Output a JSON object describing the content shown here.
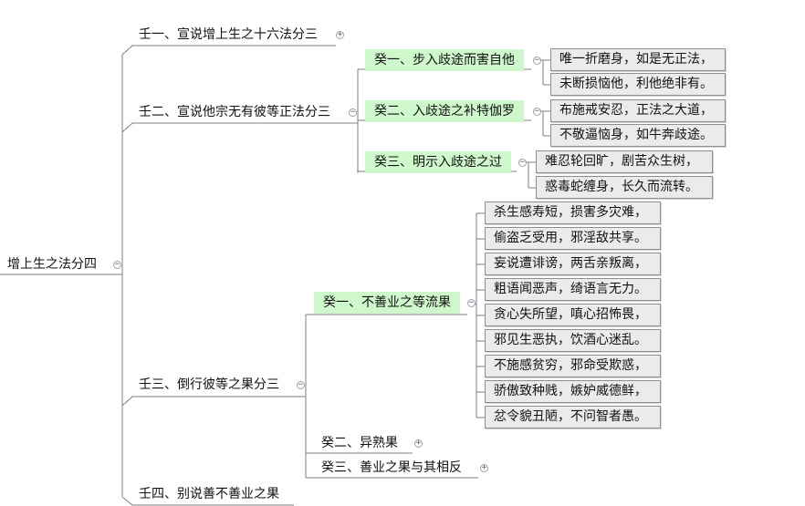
{
  "root": {
    "label": "增上生之法分四"
  },
  "level1": [
    {
      "label": "壬一、宣说增上生之十六法分三"
    },
    {
      "label": "壬二、宣说他宗无有彼等正法分三"
    },
    {
      "label": "壬三、倒行彼等之果分三"
    },
    {
      "label": "壬四、别说善不善业之果"
    }
  ],
  "ren2_children": [
    {
      "label": "癸一、步入歧途而害自他",
      "verses": [
        "唯一折磨身，如是无正法，",
        "未断损恼他，利他绝非有。"
      ]
    },
    {
      "label": "癸二、入歧途之补特伽罗",
      "verses": [
        "布施戒安忍，正法之大道，",
        "不敬逼恼身，如牛奔歧途。"
      ]
    },
    {
      "label": "癸三、明示入歧途之过",
      "verses": [
        "难忍轮回旷，剧苦众生树，",
        "惑毒蛇缠身，长久而流转。"
      ]
    }
  ],
  "ren3_children": [
    {
      "label": "癸一、不善业之等流果",
      "verses": [
        "杀生感寿短，损害多灾难，",
        "偷盗乏受用，邪淫敌共享。",
        "妄说遭诽谤，两舌亲叛离，",
        "粗语闻恶声，绮语言无力。",
        "贪心失所望，嗔心招怖畏，",
        "邪见生恶执，饮酒心迷乱。",
        "不施感贫穷，邪命受欺惑，",
        "骄傲致种贱，嫉妒威德鲜，",
        "忿令貌丑陋，不问智者愚。"
      ]
    },
    {
      "label": "癸二、异熟果"
    },
    {
      "label": "癸三、善业之果与其相反"
    }
  ],
  "toggles": {
    "expand": "+",
    "collapse": "−"
  },
  "colors": {
    "line": "#7f7f7f",
    "highlight": "#cef7cc",
    "box_fill": "#ebebeb",
    "box_border": "#8e8e8e"
  }
}
